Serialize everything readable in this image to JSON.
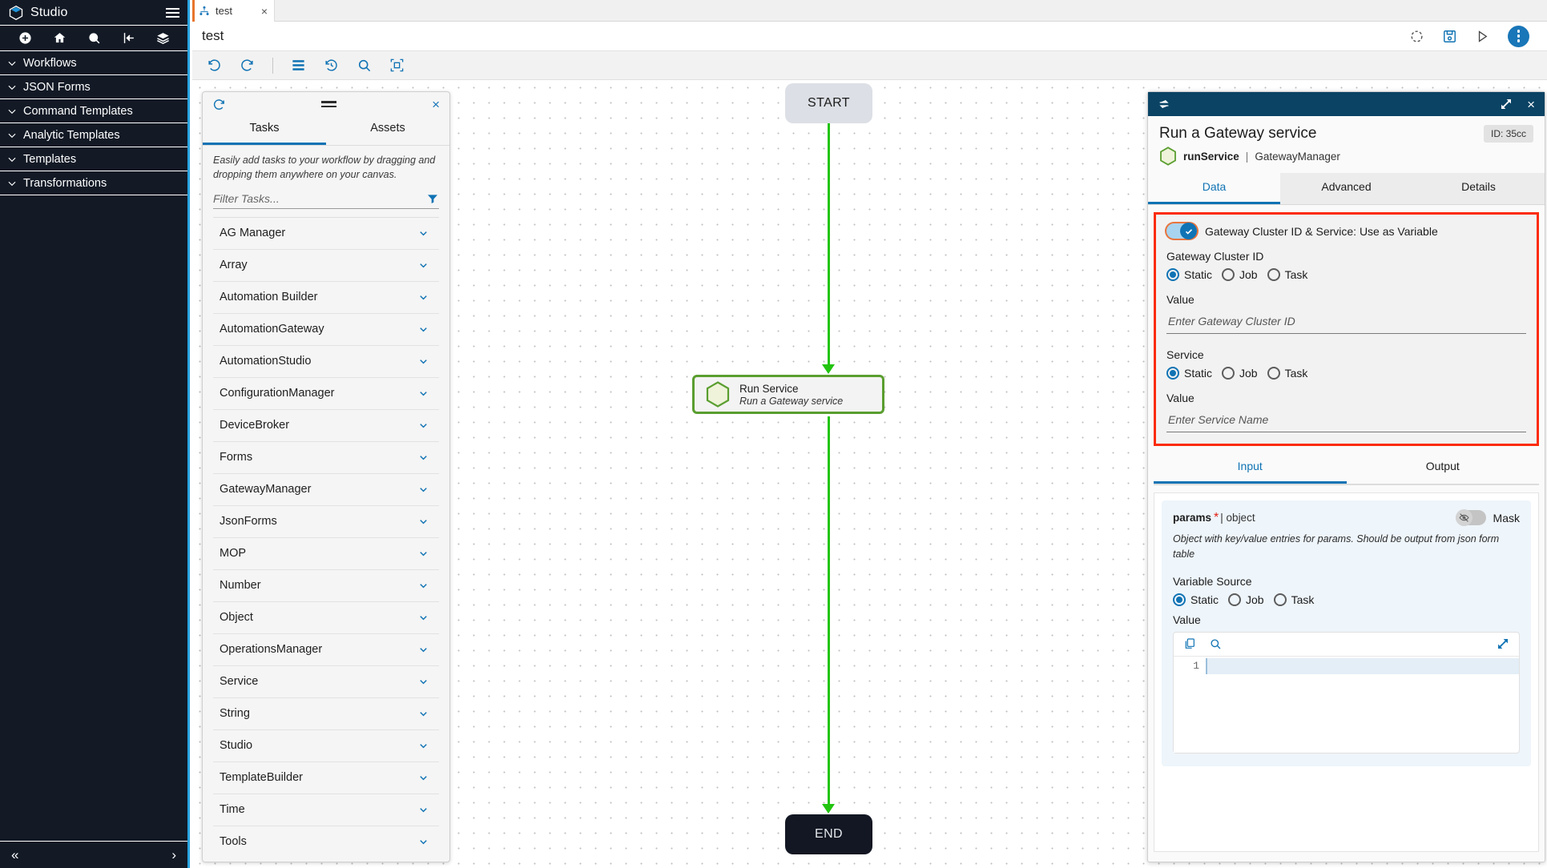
{
  "app": {
    "brand": "Studio",
    "sidebar_icons": [
      "add-icon",
      "home-icon",
      "search-icon",
      "collapse-left-icon",
      "layers-icon"
    ],
    "nav_groups": [
      {
        "label": "Workflows"
      },
      {
        "label": "JSON Forms"
      },
      {
        "label": "Command Templates"
      },
      {
        "label": "Analytic Templates"
      },
      {
        "label": "Templates"
      },
      {
        "label": "Transformations"
      }
    ],
    "footer": {
      "collapse_all": "«",
      "expand": "›"
    }
  },
  "tabs": {
    "active": {
      "label": "test",
      "icon": "workflow-icon",
      "close": "×"
    }
  },
  "titlebar": {
    "title": "test",
    "actions": [
      "refresh-circle-icon",
      "save-icon",
      "run-icon",
      "kebab-menu-icon"
    ]
  },
  "canvas_toolbar": {
    "buttons": [
      "undo-icon",
      "redo-icon",
      "align-icon",
      "history-icon",
      "zoom-icon",
      "fit-to-screen-icon"
    ]
  },
  "canvas": {
    "nodes": {
      "start": {
        "label": "START"
      },
      "run": {
        "title": "Run Service",
        "subtitle": "Run a Gateway service"
      },
      "end": {
        "label": "END"
      }
    }
  },
  "tasks_panel": {
    "refresh": "refresh-icon",
    "close": "×",
    "tabs": [
      {
        "label": "Tasks",
        "active": true
      },
      {
        "label": "Assets",
        "active": false
      }
    ],
    "hint": "Easily add tasks to your workflow by dragging and dropping them anywhere on your canvas.",
    "filter_placeholder": "Filter Tasks...",
    "items": [
      {
        "label": "AG Manager"
      },
      {
        "label": "Array"
      },
      {
        "label": "Automation Builder"
      },
      {
        "label": "AutomationGateway"
      },
      {
        "label": "AutomationStudio"
      },
      {
        "label": "ConfigurationManager"
      },
      {
        "label": "DeviceBroker"
      },
      {
        "label": "Forms"
      },
      {
        "label": "GatewayManager"
      },
      {
        "label": "JsonForms"
      },
      {
        "label": "MOP"
      },
      {
        "label": "Number"
      },
      {
        "label": "Object"
      },
      {
        "label": "OperationsManager"
      },
      {
        "label": "Service"
      },
      {
        "label": "String"
      },
      {
        "label": "Studio"
      },
      {
        "label": "TemplateBuilder"
      },
      {
        "label": "Time"
      },
      {
        "label": "Tools"
      }
    ]
  },
  "details_panel": {
    "title": "Run a Gateway service",
    "id_badge": "ID: 35cc",
    "sub_name": "runService",
    "sub_sep": "|",
    "sub_module": "GatewayManager",
    "close": "×",
    "tabs": [
      {
        "label": "Data",
        "active": true
      },
      {
        "label": "Advanced",
        "active": false
      },
      {
        "label": "Details",
        "active": false
      }
    ],
    "gateway_section": {
      "toggle_label": "Gateway Cluster ID & Service: Use as Variable",
      "toggle_on": true,
      "cluster": {
        "label": "Gateway Cluster ID",
        "options": [
          "Static",
          "Job",
          "Task"
        ],
        "selected": "Static",
        "value_label": "Value",
        "value": "",
        "value_placeholder": "Enter Gateway Cluster ID"
      },
      "service": {
        "label": "Service",
        "options": [
          "Static",
          "Job",
          "Task"
        ],
        "selected": "Static",
        "value_label": "Value",
        "value": "",
        "value_placeholder": "Enter Service Name"
      }
    },
    "io_tabs": [
      {
        "label": "Input",
        "active": true
      },
      {
        "label": "Output",
        "active": false
      }
    ],
    "params": {
      "name": "params",
      "required_marker": "*",
      "type_sep": "|",
      "type": "object",
      "mask_label": "Mask",
      "mask_on": false,
      "description": "Object with key/value entries for params. Should be output from json form table",
      "variable_source_label": "Variable Source",
      "options": [
        "Static",
        "Job",
        "Task"
      ],
      "selected": "Static",
      "value_label": "Value",
      "editor": {
        "line_number": "1",
        "content": ""
      }
    }
  },
  "colors": {
    "sidebar_bg": "#131a26",
    "sidebar_accent": "#29a3e0",
    "primary_blue": "#1073b4",
    "panel_header": "#0a4364",
    "highlight_red": "#fb2b09",
    "flow_green": "#22c410",
    "node_border_green": "#5a9e2f",
    "tab_accent_orange": "#e8742c"
  }
}
